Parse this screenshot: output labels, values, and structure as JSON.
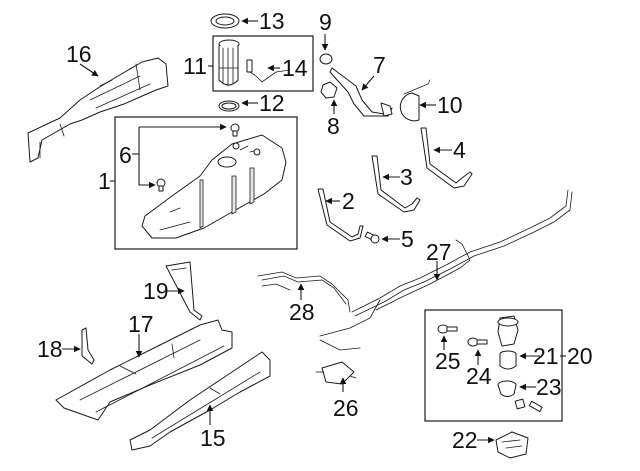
{
  "diagram": {
    "type": "exploded parts diagram",
    "subject": "Fuel system components",
    "colors": {
      "line": "#1a1a1a",
      "background": "#ffffff",
      "text": "#111111"
    },
    "callouts": [
      {
        "id": "1",
        "part": "fuel-tank-assembly"
      },
      {
        "id": "2",
        "part": "tank-strap"
      },
      {
        "id": "3",
        "part": "tank-strap"
      },
      {
        "id": "4",
        "part": "tank-strap"
      },
      {
        "id": "5",
        "part": "strap-bolt"
      },
      {
        "id": "6",
        "part": "tank-stud"
      },
      {
        "id": "7",
        "part": "filler-pipe"
      },
      {
        "id": "8",
        "part": "filler-cap"
      },
      {
        "id": "9",
        "part": "filler-cap"
      },
      {
        "id": "10",
        "part": "filler-housing"
      },
      {
        "id": "11",
        "part": "fuel-pump-module"
      },
      {
        "id": "12",
        "part": "seal-ring"
      },
      {
        "id": "13",
        "part": "lock-ring"
      },
      {
        "id": "14",
        "part": "sending-unit"
      },
      {
        "id": "15",
        "part": "skid-plate"
      },
      {
        "id": "16",
        "part": "heat-shield"
      },
      {
        "id": "17",
        "part": "skid-plate"
      },
      {
        "id": "18",
        "part": "bracket"
      },
      {
        "id": "19",
        "part": "strap"
      },
      {
        "id": "20",
        "part": "fuel-filter-assembly"
      },
      {
        "id": "21",
        "part": "filter-element"
      },
      {
        "id": "22",
        "part": "filter-bracket"
      },
      {
        "id": "23",
        "part": "filter-cap"
      },
      {
        "id": "24",
        "part": "bolt"
      },
      {
        "id": "25",
        "part": "bolt"
      },
      {
        "id": "26",
        "part": "vent-valve"
      },
      {
        "id": "27",
        "part": "fuel-lines"
      },
      {
        "id": "28",
        "part": "fuel-lines"
      }
    ]
  }
}
